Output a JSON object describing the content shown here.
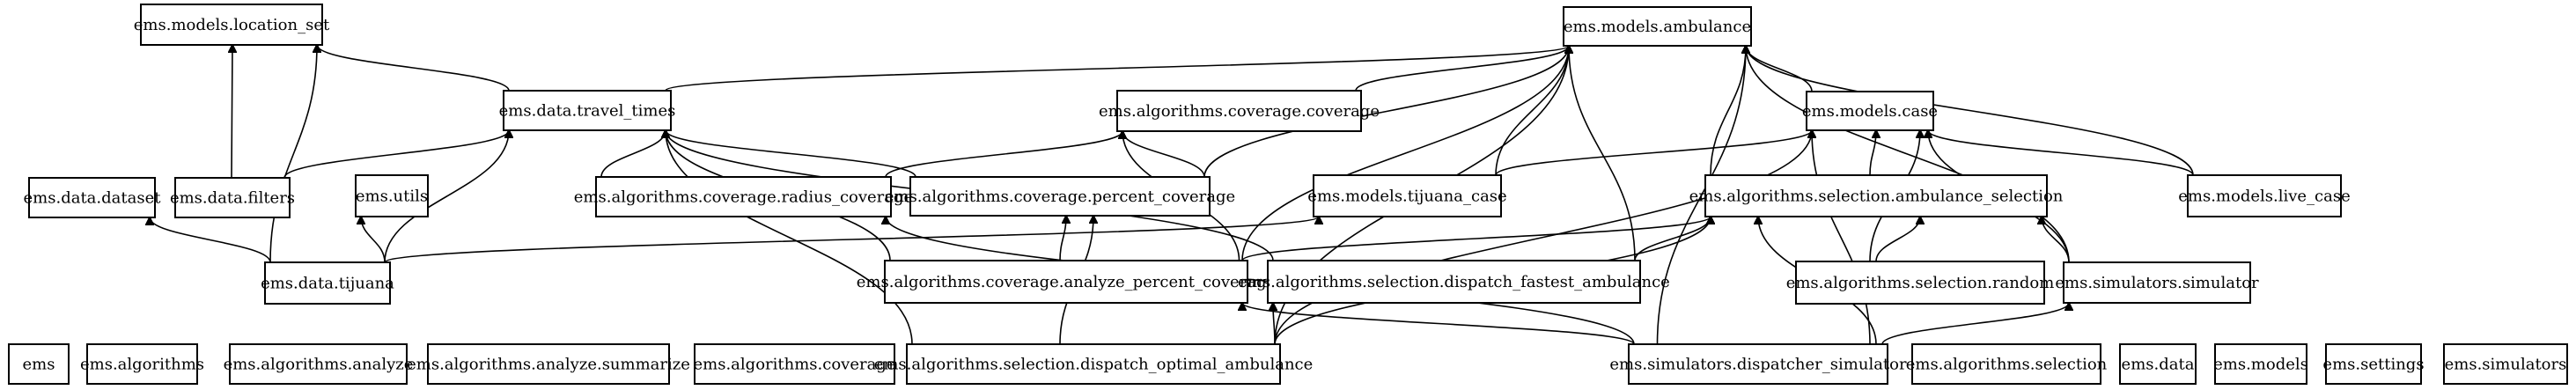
{
  "graph": {
    "nodes": [
      {
        "id": "location_set",
        "label": "ems.models.location_set"
      },
      {
        "id": "ambulance",
        "label": "ems.models.ambulance"
      },
      {
        "id": "travel_times",
        "label": "ems.data.travel_times"
      },
      {
        "id": "coverage_coverage",
        "label": "ems.algorithms.coverage.coverage"
      },
      {
        "id": "case",
        "label": "ems.models.case"
      },
      {
        "id": "dataset",
        "label": "ems.data.dataset"
      },
      {
        "id": "filters",
        "label": "ems.data.filters"
      },
      {
        "id": "utils",
        "label": "ems.utils"
      },
      {
        "id": "radius_coverage",
        "label": "ems.algorithms.coverage.radius_coverage"
      },
      {
        "id": "percent_coverage",
        "label": "ems.algorithms.coverage.percent_coverage"
      },
      {
        "id": "tijuana_case",
        "label": "ems.models.tijuana_case"
      },
      {
        "id": "ambulance_selection",
        "label": "ems.algorithms.selection.ambulance_selection"
      },
      {
        "id": "live_case",
        "label": "ems.models.live_case"
      },
      {
        "id": "tijuana",
        "label": "ems.data.tijuana"
      },
      {
        "id": "analyze_percent_coverage",
        "label": "ems.algorithms.coverage.analyze_percent_coverage"
      },
      {
        "id": "dispatch_fastest",
        "label": "ems.algorithms.selection.dispatch_fastest_ambulance"
      },
      {
        "id": "random",
        "label": "ems.algorithms.selection.random"
      },
      {
        "id": "simulator",
        "label": "ems.simulators.simulator"
      },
      {
        "id": "ems",
        "label": "ems"
      },
      {
        "id": "algorithms",
        "label": "ems.algorithms"
      },
      {
        "id": "algorithms_analyze",
        "label": "ems.algorithms.analyze"
      },
      {
        "id": "analyze_summarize",
        "label": "ems.algorithms.analyze.summarize"
      },
      {
        "id": "algorithms_coverage",
        "label": "ems.algorithms.coverage"
      },
      {
        "id": "dispatch_optimal",
        "label": "ems.algorithms.selection.dispatch_optimal_ambulance"
      },
      {
        "id": "dispatcher_simulator",
        "label": "ems.simulators.dispatcher_simulator"
      },
      {
        "id": "algorithms_selection",
        "label": "ems.algorithms.selection"
      },
      {
        "id": "data",
        "label": "ems.data"
      },
      {
        "id": "models",
        "label": "ems.models"
      },
      {
        "id": "settings",
        "label": "ems.settings"
      },
      {
        "id": "simulators",
        "label": "ems.simulators"
      }
    ],
    "edges": [
      {
        "from": "travel_times",
        "to": "location_set"
      },
      {
        "from": "filters",
        "to": "location_set"
      },
      {
        "from": "tijuana",
        "to": "location_set"
      },
      {
        "from": "filters",
        "to": "travel_times"
      },
      {
        "from": "tijuana",
        "to": "travel_times"
      },
      {
        "from": "tijuana",
        "to": "dataset"
      },
      {
        "from": "tijuana",
        "to": "utils"
      },
      {
        "from": "tijuana",
        "to": "tijuana_case"
      },
      {
        "from": "radius_coverage",
        "to": "travel_times"
      },
      {
        "from": "radius_coverage",
        "to": "coverage_coverage"
      },
      {
        "from": "percent_coverage",
        "to": "travel_times"
      },
      {
        "from": "percent_coverage",
        "to": "coverage_coverage"
      },
      {
        "from": "percent_coverage",
        "to": "ambulance"
      },
      {
        "from": "analyze_percent_coverage",
        "to": "percent_coverage"
      },
      {
        "from": "analyze_percent_coverage",
        "to": "coverage_coverage"
      },
      {
        "from": "analyze_percent_coverage",
        "to": "travel_times"
      },
      {
        "from": "analyze_percent_coverage",
        "to": "ambulance"
      },
      {
        "from": "analyze_percent_coverage",
        "to": "ambulance_selection"
      },
      {
        "from": "dispatch_fastest",
        "to": "travel_times"
      },
      {
        "from": "dispatch_fastest",
        "to": "ambulance"
      },
      {
        "from": "dispatch_fastest",
        "to": "ambulance_selection"
      },
      {
        "from": "dispatch_optimal",
        "to": "travel_times"
      },
      {
        "from": "dispatch_optimal",
        "to": "percent_coverage"
      },
      {
        "from": "dispatch_optimal",
        "to": "dispatch_fastest"
      },
      {
        "from": "dispatch_optimal",
        "to": "ambulance_selection"
      },
      {
        "from": "dispatch_optimal",
        "to": "case"
      },
      {
        "from": "dispatch_optimal",
        "to": "ambulance"
      },
      {
        "from": "tijuana_case",
        "to": "case"
      },
      {
        "from": "tijuana_case",
        "to": "ambulance"
      },
      {
        "from": "coverage_coverage",
        "to": "ambulance"
      },
      {
        "from": "case",
        "to": "ambulance"
      },
      {
        "from": "live_case",
        "to": "case"
      },
      {
        "from": "live_case",
        "to": "ambulance"
      },
      {
        "from": "ambulance_selection",
        "to": "case"
      },
      {
        "from": "ambulance_selection",
        "to": "ambulance"
      },
      {
        "from": "random",
        "to": "ambulance_selection"
      },
      {
        "from": "random",
        "to": "case"
      },
      {
        "from": "simulator",
        "to": "ambulance_selection"
      },
      {
        "from": "simulator",
        "to": "case"
      },
      {
        "from": "simulator",
        "to": "ambulance"
      },
      {
        "from": "dispatcher_simulator",
        "to": "simulator"
      },
      {
        "from": "dispatcher_simulator",
        "to": "ambulance_selection"
      },
      {
        "from": "dispatcher_simulator",
        "to": "analyze_percent_coverage"
      },
      {
        "from": "dispatcher_simulator",
        "to": "radius_coverage"
      },
      {
        "from": "dispatcher_simulator",
        "to": "case"
      },
      {
        "from": "dispatcher_simulator",
        "to": "ambulance"
      },
      {
        "from": "travel_times",
        "to": "ambulance"
      }
    ]
  }
}
